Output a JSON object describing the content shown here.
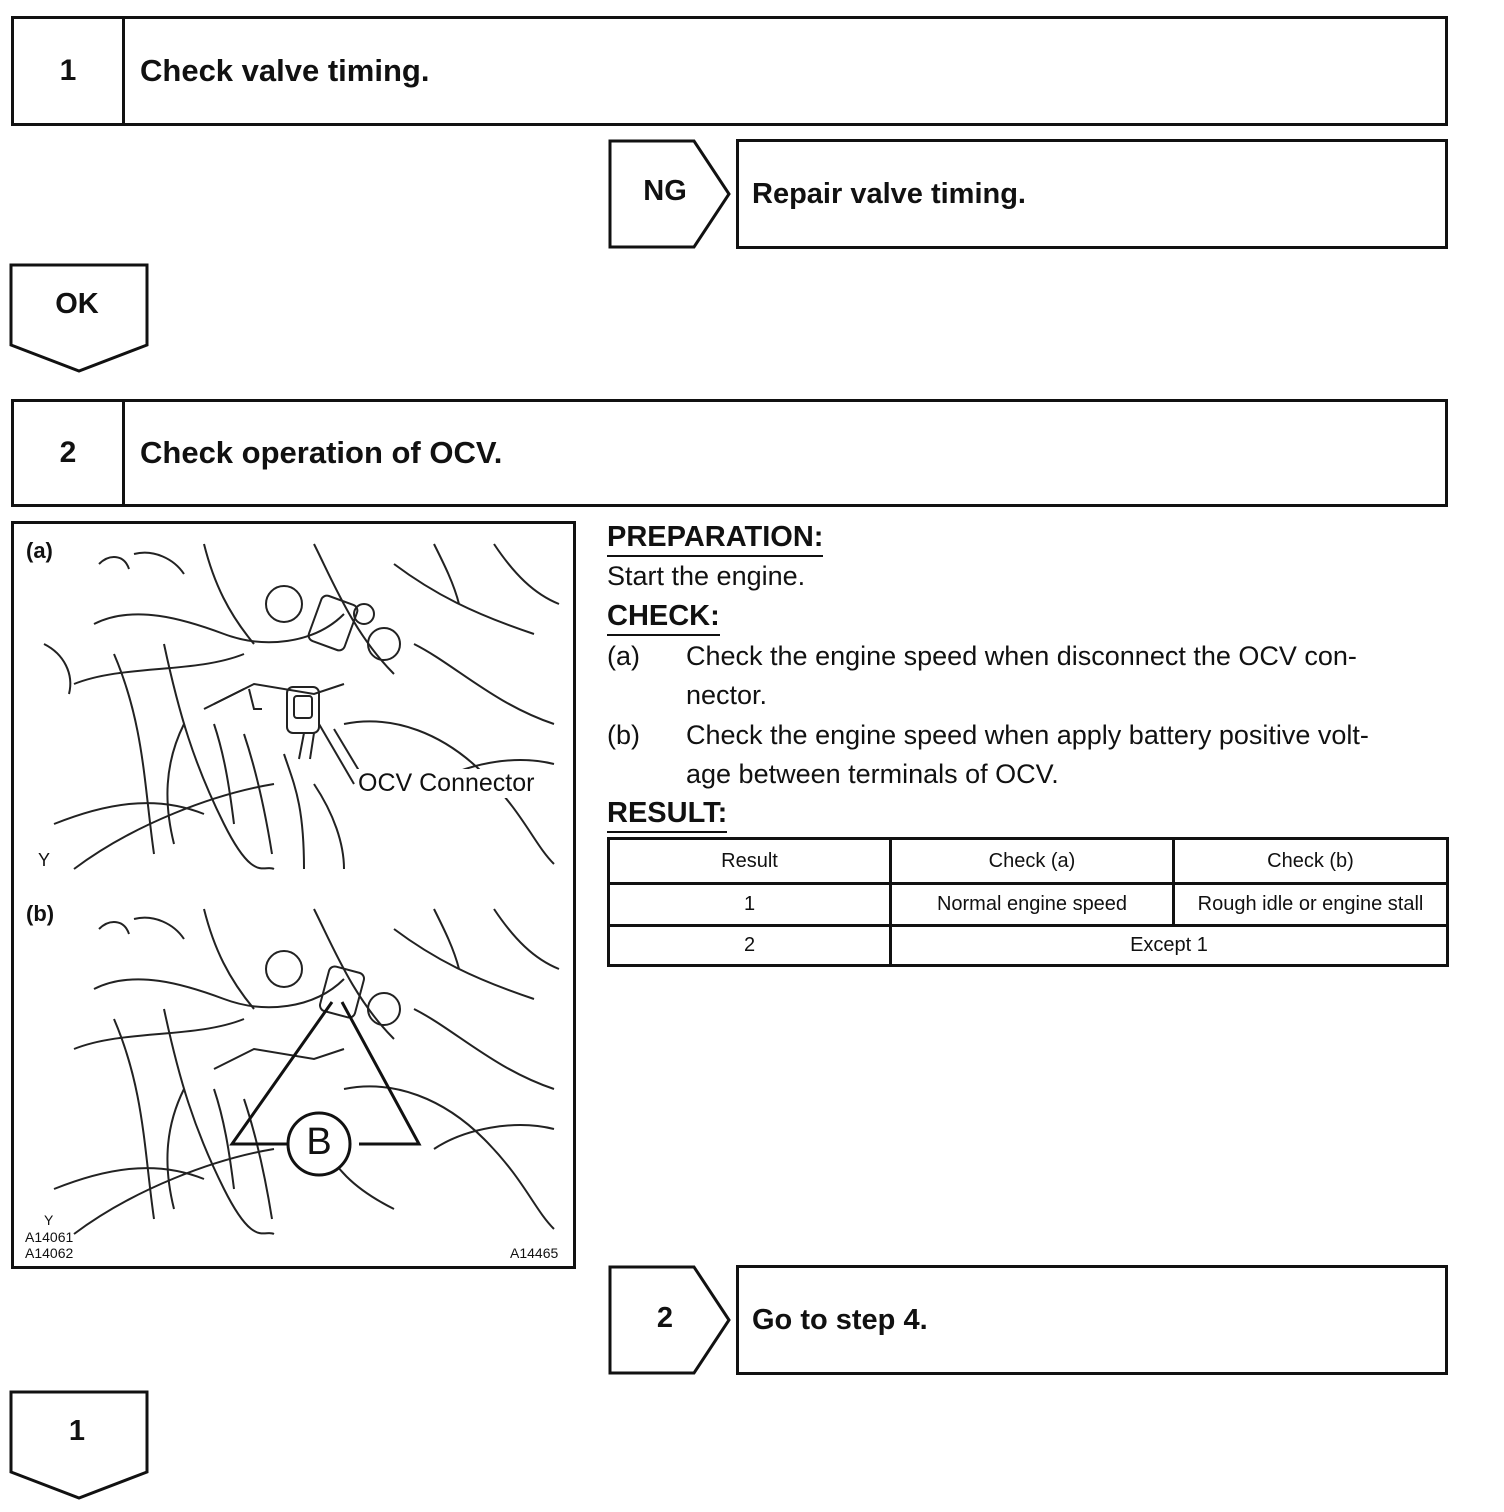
{
  "step1": {
    "number": "1",
    "title": "Check valve timing."
  },
  "ng_branch": {
    "label": "NG",
    "text": "Repair valve timing."
  },
  "ok_branch": {
    "label": "OK"
  },
  "step2": {
    "number": "2",
    "title": "Check operation of OCV."
  },
  "figure": {
    "label_a": "(a)",
    "label_b": "(b)",
    "callout": "OCV Connector",
    "terminal_symbol": "B",
    "side_mark_a": "Y",
    "side_mark_b": "Y",
    "codes_left": [
      "A14061",
      "A14062"
    ],
    "code_right": "A14465"
  },
  "preparation": {
    "heading": "PREPARATION:",
    "text": "Start the engine."
  },
  "check": {
    "heading": "CHECK:",
    "items": [
      {
        "marker": "(a)",
        "line1": "Check the engine speed when disconnect the OCV con-",
        "line2": "nector."
      },
      {
        "marker": "(b)",
        "line1": "Check the engine speed when apply battery positive volt-",
        "line2": "age between terminals of OCV."
      }
    ]
  },
  "result": {
    "heading": "RESULT:",
    "columns": [
      "Result",
      "Check (a)",
      "Check (b)"
    ],
    "row1": [
      "1",
      "Normal engine speed",
      "Rough idle or engine stall"
    ],
    "row2": [
      "2",
      "Except 1"
    ]
  },
  "branch2": {
    "label": "2",
    "text": "Go to step 4."
  },
  "branch1": {
    "label": "1"
  }
}
